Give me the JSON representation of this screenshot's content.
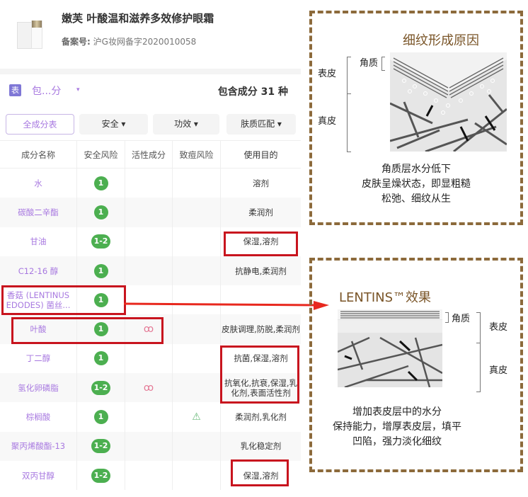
{
  "product": {
    "title": "嫩芙 叶酸温和滋养多效修护眼霜",
    "reg_key": "备案号:",
    "reg_value": "沪G妆网备字2020010058"
  },
  "selector": {
    "badge": "表",
    "label": "包...分",
    "caret": "▾",
    "count_label": "包含成分 31 种"
  },
  "filters": [
    {
      "label": "全成分表",
      "active": true
    },
    {
      "label": "安全 ▾"
    },
    {
      "label": "功效 ▾"
    },
    {
      "label": "肤质匹配 ▾"
    }
  ],
  "table": {
    "headers": [
      "成分名称",
      "安全风险",
      "活性成分",
      "致痘风险",
      "使用目的"
    ],
    "rows": [
      {
        "name": "水",
        "risk": "1",
        "active": "",
        "acne": "",
        "purpose": "溶剂"
      },
      {
        "name": "碳酸二辛酯",
        "risk": "1",
        "active": "",
        "acne": "",
        "purpose": "柔润剂"
      },
      {
        "name": "甘油",
        "risk": "1-2",
        "active": "",
        "acne": "",
        "purpose": "保湿,溶剂"
      },
      {
        "name": "C12-16 醇",
        "risk": "1",
        "active": "",
        "acne": "",
        "purpose": "抗静电,柔润剂"
      },
      {
        "name": "香菇 (LENTINUS EDODES) 菌丝...",
        "risk": "1",
        "active": "",
        "acne": "",
        "purpose": ""
      },
      {
        "name": "叶酸",
        "risk": "1",
        "active": "molecule-icon",
        "acne": "",
        "purpose": "皮肤调理,防脱,柔润剂"
      },
      {
        "name": "丁二醇",
        "risk": "1",
        "active": "",
        "acne": "",
        "purpose": "抗菌,保湿,溶剂"
      },
      {
        "name": "氢化卵磷脂",
        "risk": "1-2",
        "active": "molecule-icon",
        "acne": "",
        "purpose": "抗氧化,抗衰,保湿,乳化剂,表面活性剂"
      },
      {
        "name": "棕榈酸",
        "risk": "1",
        "active": "",
        "acne": "warning-1-icon",
        "purpose": "柔润剂,乳化剂"
      },
      {
        "name": "聚丙烯酸酯-13",
        "risk": "1-2",
        "active": "",
        "acne": "",
        "purpose": "乳化稳定剂"
      },
      {
        "name": "双丙甘醇",
        "risk": "1-2",
        "active": "",
        "acne": "",
        "purpose": "保湿,溶剂"
      }
    ]
  },
  "glyphs": {
    "molecule": "ꝏ",
    "warning": "⚠"
  },
  "panel1": {
    "title": "细纹形成原因",
    "label_epidermis": "表皮",
    "label_stratum": "角质",
    "label_dermis": "真皮",
    "caption": [
      "角质层水分低下",
      "皮肤呈燥状态，即显粗糙",
      "松弛、细纹从生"
    ]
  },
  "panel2": {
    "title": "LENTINS™效果",
    "label_stratum": "角质",
    "label_epidermis": "表皮",
    "label_dermis": "真皮",
    "caption": [
      "增加表皮层中的水分",
      "保持能力，增厚表皮层，填平",
      "凹陷，强力淡化细纹"
    ]
  },
  "colors": {
    "accent_purple": "#a879e0",
    "risk_green": "#4caf50",
    "highlight_red": "#c8141e",
    "panel_border": "#8c6a3b"
  }
}
